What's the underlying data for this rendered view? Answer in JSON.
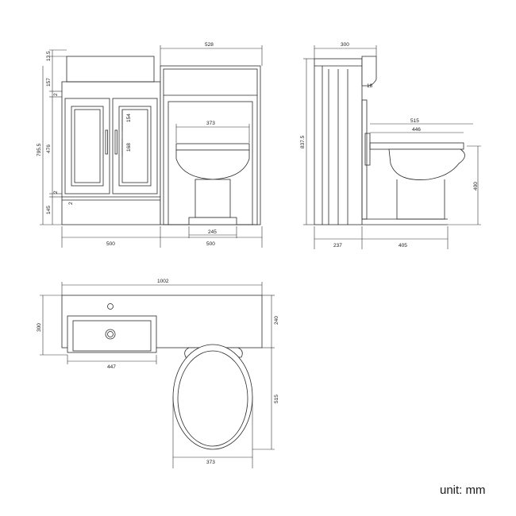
{
  "unit_note": "unit: mm",
  "front_view": {
    "width_top": "528",
    "height_left": "13.5",
    "h_157": "157",
    "h_2a": "2",
    "h_476": "476",
    "h_2b": "2",
    "h_145": "145",
    "h_795": "795.5",
    "h_154": "154",
    "h_168": "168",
    "h_2c": "2",
    "pan_373": "373",
    "foot_245": "245",
    "base_500a": "500",
    "base_500b": "500"
  },
  "side_view": {
    "depth_top": "300",
    "h_837": "837.5",
    "d_18": "18",
    "d_515": "515",
    "d_446": "446",
    "h_400": "400",
    "b_237": "237",
    "b_405": "405"
  },
  "plan_view": {
    "total_1002": "1002",
    "depth_300": "300",
    "d_240": "240",
    "basin_447": "447",
    "d_515": "515",
    "seat_373": "373"
  }
}
